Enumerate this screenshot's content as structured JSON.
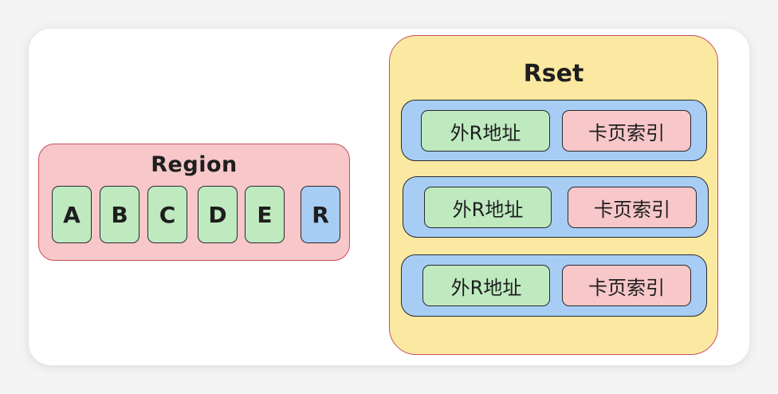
{
  "region": {
    "title": "Region",
    "cells": [
      {
        "label": "A",
        "color": "#bfeac0"
      },
      {
        "label": "B",
        "color": "#bfeac0"
      },
      {
        "label": "C",
        "color": "#bfeac0"
      },
      {
        "label": "D",
        "color": "#bfeac0"
      },
      {
        "label": "E",
        "color": "#bfeac0"
      },
      {
        "label": "R",
        "color": "#a7cdf5"
      }
    ]
  },
  "rset": {
    "title": "Rset",
    "entries": [
      {
        "address": "外R地址",
        "card_index": "卡页索引"
      },
      {
        "address": "外R地址",
        "card_index": "卡页索引"
      },
      {
        "address": "外R地址",
        "card_index": "卡页索引"
      }
    ]
  },
  "colors": {
    "region_fill": "#f7c7c9",
    "rset_fill": "#fbe9a2",
    "cell_green": "#bfeac0",
    "cell_blue": "#a7cdf5",
    "border_red": "#c7505a"
  }
}
